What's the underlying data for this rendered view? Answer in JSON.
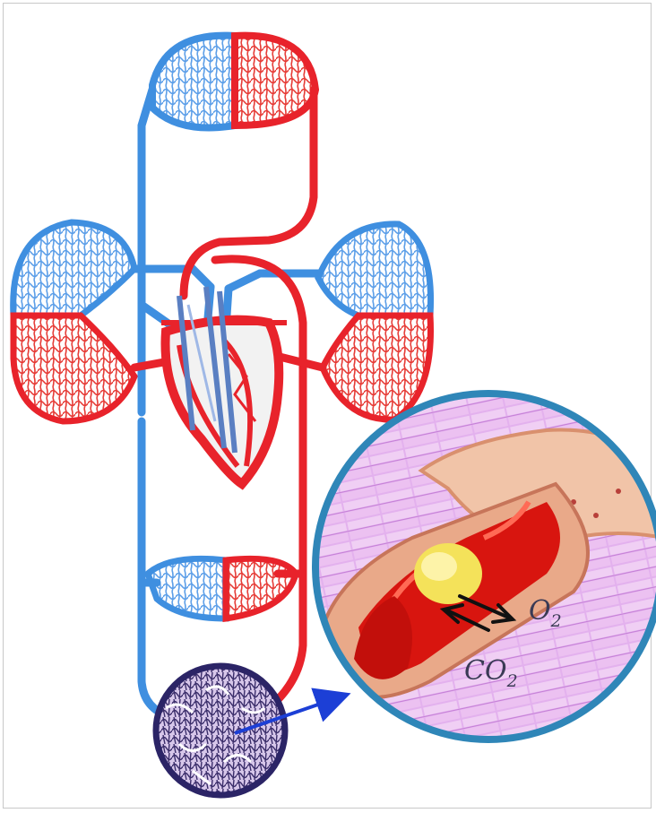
{
  "labels": {
    "o2": "O",
    "o2_sub": "2",
    "co2": "CO",
    "co2_sub": "2"
  },
  "colors": {
    "artery": "#e8232b",
    "vein": "#3f8fe0",
    "capillary_blue": "#6aaaf0",
    "capillary_red": "#ef4a44",
    "magnifier_ring": "#2f86b8",
    "tissue_ball": "#2b2466",
    "pointer_arrow": "#1c3fd6",
    "tissue_bg": "#dca0e8",
    "vessel_wall": "#e9a989",
    "red_cell": "#d8150f",
    "yellow_cell": "#f4e25a",
    "exchange_arrow": "#111111"
  }
}
